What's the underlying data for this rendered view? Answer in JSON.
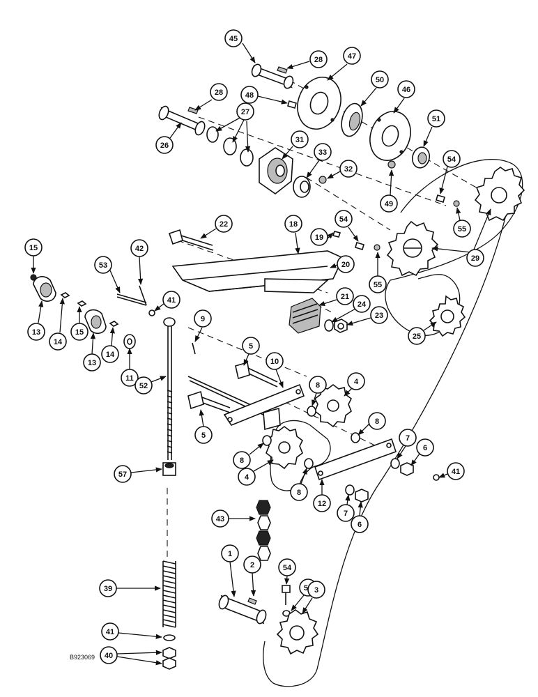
{
  "drawing": {
    "figure_code": "B923069",
    "callouts": [
      "45",
      "28",
      "47",
      "50",
      "46",
      "48",
      "28",
      "27",
      "26",
      "31",
      "33",
      "32",
      "51",
      "49",
      "54",
      "55",
      "29",
      "22",
      "18",
      "19",
      "54",
      "20",
      "55",
      "15",
      "42",
      "53",
      "41",
      "13",
      "14",
      "15",
      "13",
      "14",
      "11",
      "21",
      "24",
      "23",
      "25",
      "9",
      "5",
      "10",
      "8",
      "4",
      "52",
      "8",
      "5",
      "8",
      "7",
      "6",
      "41",
      "4",
      "8",
      "12",
      "57",
      "43",
      "7",
      "6",
      "1",
      "2",
      "54",
      "55",
      "3",
      "39",
      "41",
      "40"
    ]
  }
}
